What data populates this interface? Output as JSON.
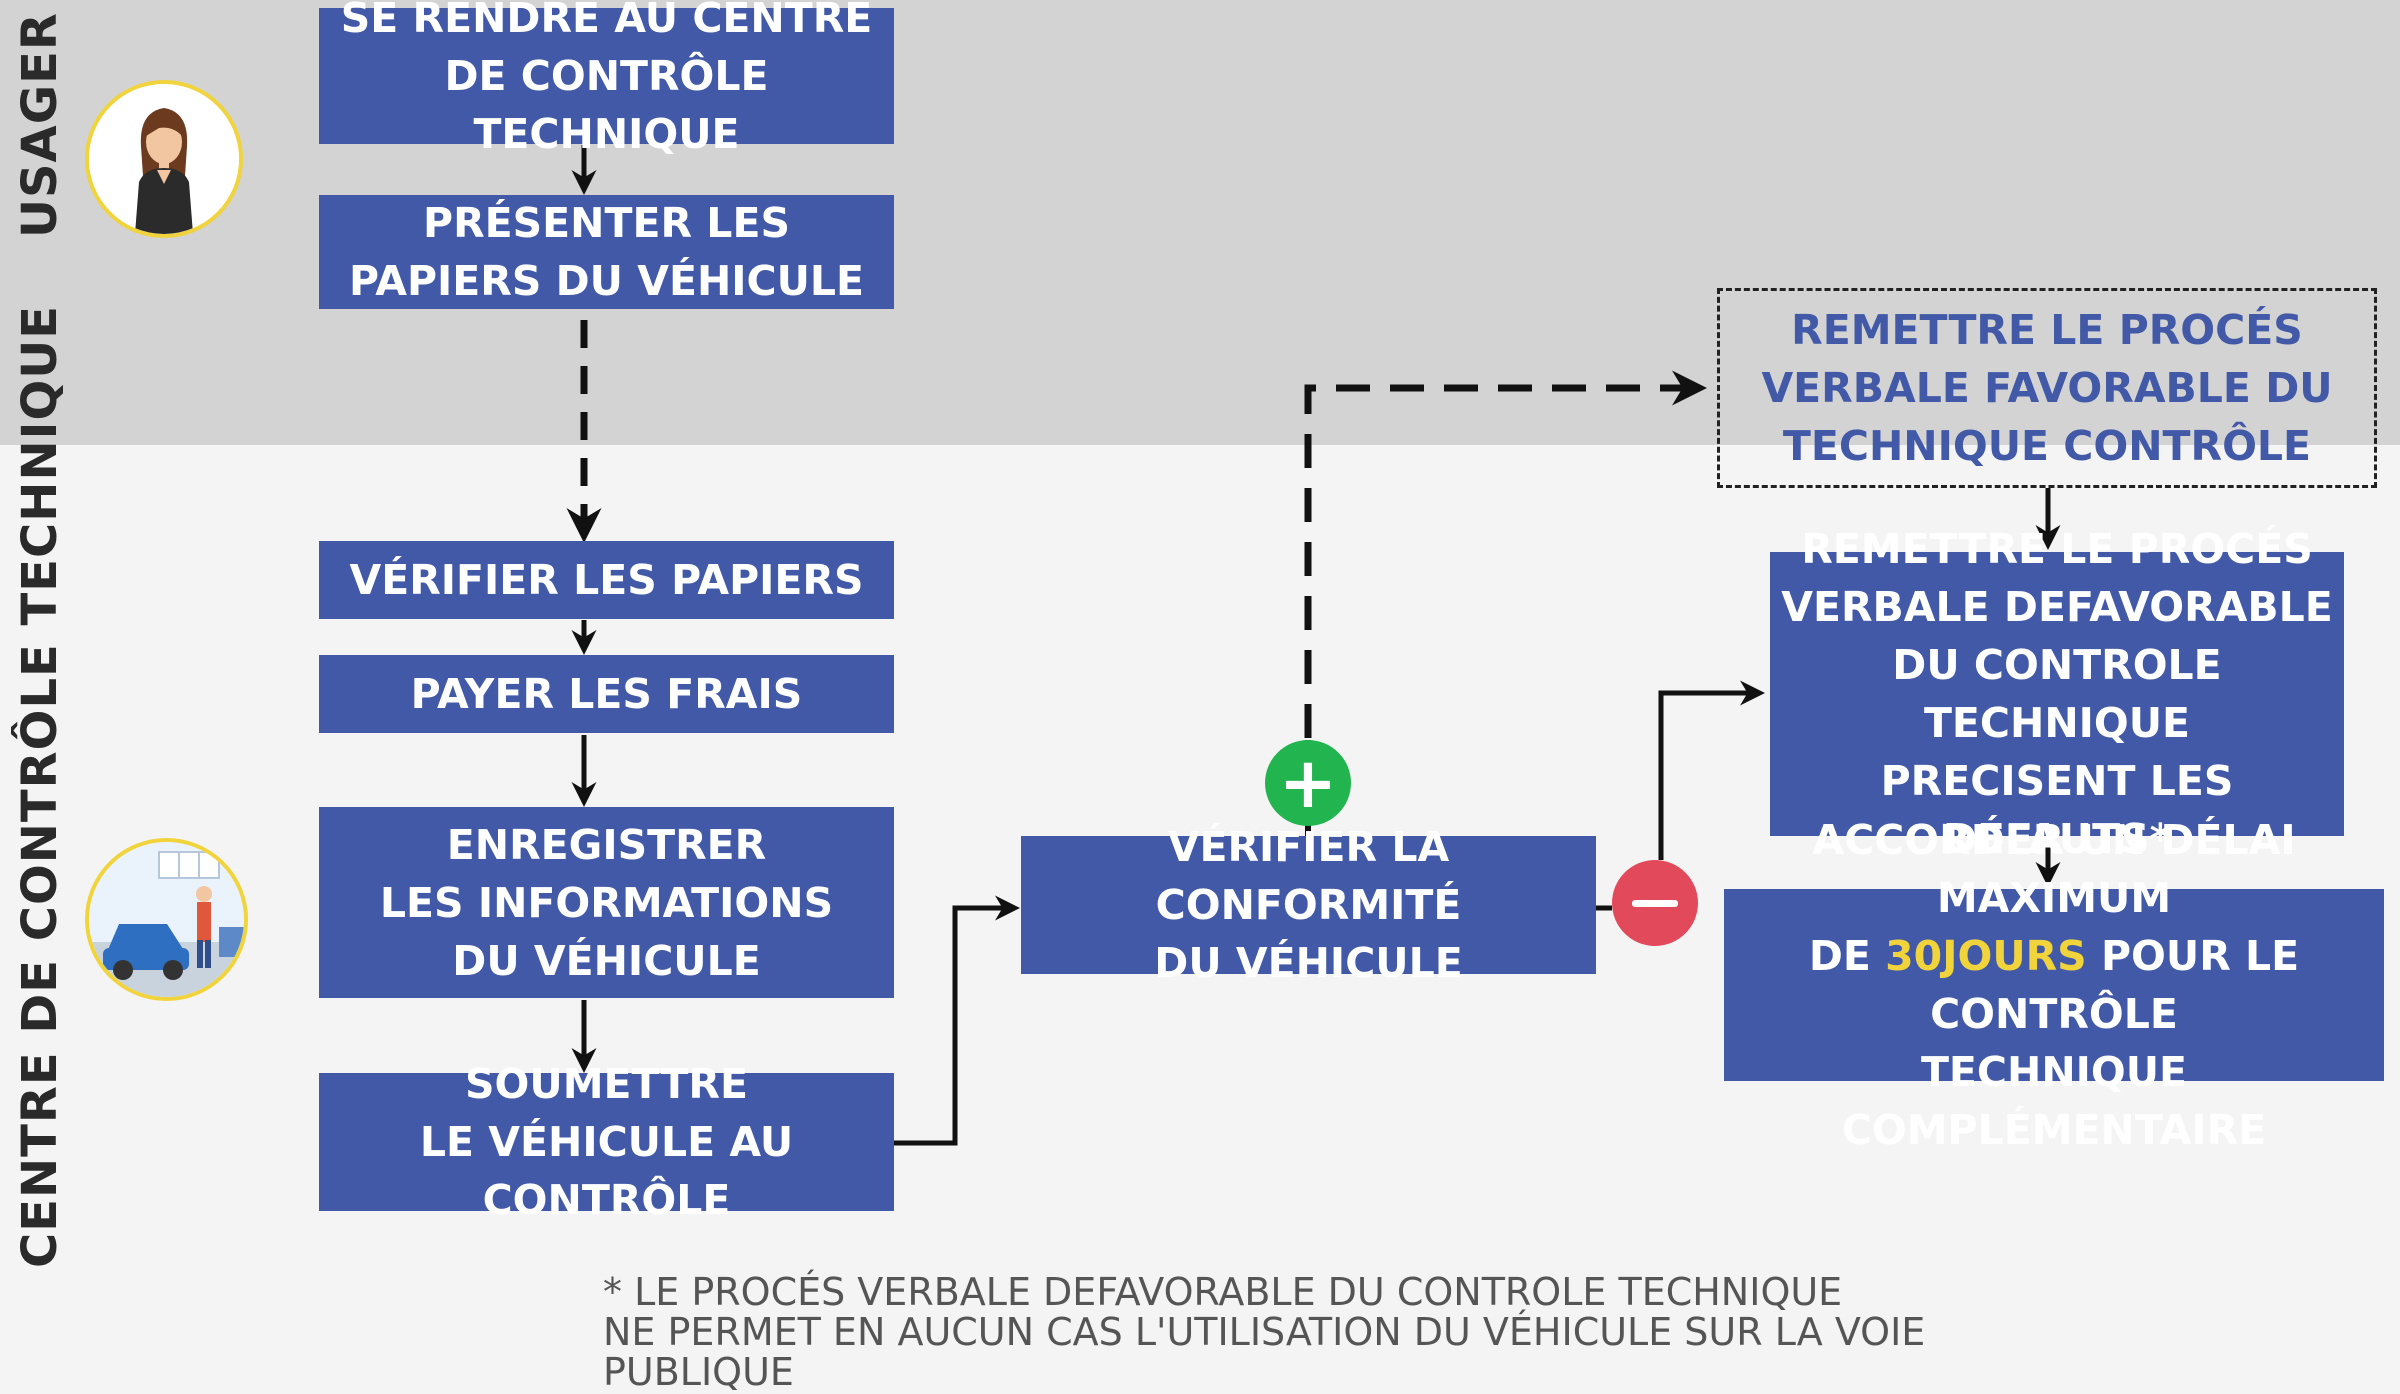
{
  "lanes": {
    "usager": "USAGER",
    "centre": "CENTRE DE CONTRÔLE TECHNIQUE"
  },
  "steps": {
    "se_rendre": "SE RENDRE AU CENTRE\nDE CONTRÔLE TECHNIQUE",
    "presenter": "PRÉSENTER LES\nPAPIERS DU VÉHICULE",
    "verifier_papiers": "VÉRIFIER LES PAPIERS",
    "payer": "PAYER LES FRAIS",
    "enregistrer": "ENREGISTRER\nLES INFORMATIONS\nDU VÉHICULE",
    "soumettre": "SOUMETTRE\nLE VÉHICULE AU CONTRÔLE",
    "verifier_conformite": "VÉRIFIER LA CONFORMITÉ\nDU VÉHICULE",
    "pv_favorable": "REMETTRE LE PROCÉS\nVERBALE FAVORABLE DU\nTECHNIQUE CONTRÔLE",
    "pv_defavorable": "REMETTRE LE PROCÉS\nVERBALE DEFAVORABLE\nDU CONTROLE TECHNIQUE\nPRECISENT LES DÉFAUTS*",
    "accorder_line1": "ACCORDER UN DÉLAI MAXIMUM",
    "accorder_pre": "DE ",
    "accorder_highlight": "30JOURS",
    "accorder_post": " POUR LE CONTRÔLE",
    "accorder_line3": "TECHNIQUE COMPLÉMENTAIRE"
  },
  "decisions": {
    "positive": "+",
    "negative": "−"
  },
  "footnote": "* LE PROCÉS VERBALE DEFAVORABLE DU CONTROLE TECHNIQUE\nNE PERMET EN AUCUN CAS L'UTILISATION DU VÉHICULE SUR LA VOIE PUBLIQUE",
  "colors": {
    "box": "#4159a6",
    "highlight": "#f1d33c",
    "positive": "#22b44f",
    "negative": "#e2495b",
    "lane_top": "#d3d3d3",
    "lane_bottom": "#f4f4f4"
  },
  "icons": {
    "avatar_user": "woman-avatar-icon",
    "avatar_centre": "garage-mechanic-icon"
  }
}
